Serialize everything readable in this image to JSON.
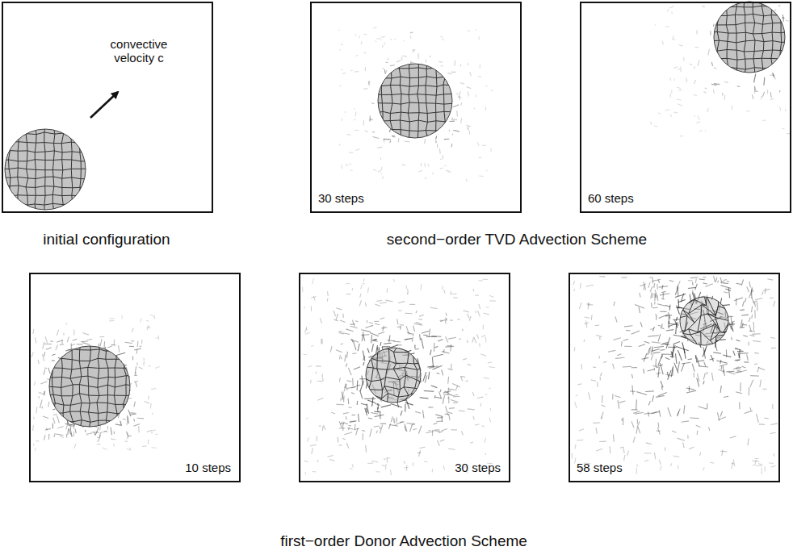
{
  "diagram": {
    "nodes": [
      {
        "text": [
          "convective velocity c"
        ]
      },
      {
        "text": [
          "30 steps"
        ]
      },
      {
        "text": [
          "60 steps"
        ]
      },
      {
        "text": [
          "10 steps"
        ]
      },
      {
        "text": [
          "30 steps"
        ]
      },
      {
        "text": [
          "58 steps"
        ]
      }
    ],
    "labels": [
      "initial configuration",
      "second−order TVD Advection Scheme",
      "first−order Donor Advection Scheme"
    ]
  }
}
